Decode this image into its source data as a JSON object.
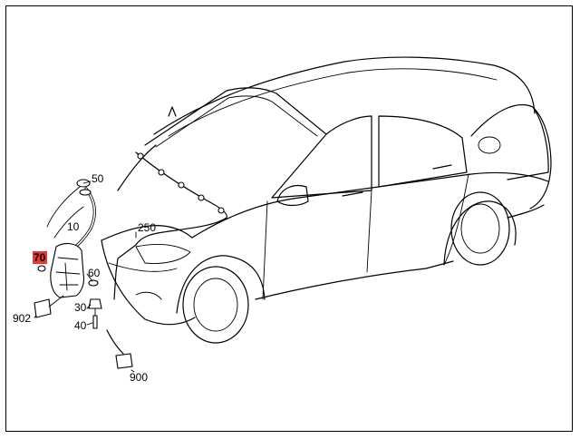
{
  "diagram": {
    "callouts": [
      {
        "id": "c50",
        "text": "50"
      },
      {
        "id": "c10",
        "text": "10"
      },
      {
        "id": "c70",
        "text": "70",
        "highlighted": true
      },
      {
        "id": "c250",
        "text": "250"
      },
      {
        "id": "c60",
        "text": "60"
      },
      {
        "id": "c30",
        "text": "30"
      },
      {
        "id": "c40",
        "text": "40"
      },
      {
        "id": "c902",
        "text": "902"
      },
      {
        "id": "c900",
        "text": "900"
      }
    ],
    "highlight_color": "#e53935"
  }
}
